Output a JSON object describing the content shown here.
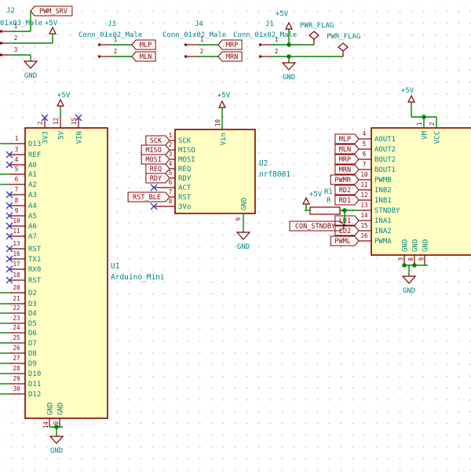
{
  "nets": {
    "plus5v": "+5V",
    "gnd": "GND",
    "pwr_flag": "PWR_FLAG"
  },
  "colors": {
    "body_fill": "#FFFFC2",
    "outline": "#840000",
    "wire": "#008400",
    "teal": "#008484",
    "pin_number": "#840000",
    "noconnect": "#3C3CC8",
    "junction": "#008400",
    "label": "#840000"
  },
  "connectors": {
    "j2": {
      "ref": "J2",
      "value": "01x03_Male",
      "pins": [
        "1",
        "2",
        "3"
      ]
    },
    "j3": {
      "ref": "J3",
      "value": "Conn_01x02_Male",
      "pins": [
        "1",
        "2"
      ],
      "labels": [
        "MLP",
        "MLN"
      ]
    },
    "j4": {
      "ref": "J4",
      "value": "Conn_01x02_Male",
      "pins": [
        "1",
        "2"
      ],
      "labels": [
        "MRP",
        "MRN"
      ]
    },
    "j1": {
      "ref": "J1",
      "value": "Conn_01x02_Male",
      "pins": [
        "1",
        "2"
      ]
    }
  },
  "labels": {
    "pwm_srv": "PWM_SRV",
    "con_stndby": "CON_STNDBY"
  },
  "u1": {
    "ref": "U1",
    "value": "Arduino_Mini",
    "top_pins": [
      {
        "num": "2",
        "name": "3V3",
        "conn": "nc"
      },
      {
        "num": "12",
        "name": "5V",
        "conn": "power"
      },
      {
        "num": "15",
        "name": "VIN",
        "conn": "nc"
      }
    ],
    "left_pins": [
      {
        "num": "1",
        "name": "D13",
        "conn": "wire"
      },
      {
        "num": "3",
        "name": "REF",
        "conn": "nc"
      },
      {
        "num": "4",
        "name": "A0",
        "conn": "nc"
      },
      {
        "num": "5",
        "name": "A1",
        "conn": "wire"
      },
      {
        "num": "6",
        "name": "A2",
        "conn": "wire"
      },
      {
        "num": "7",
        "name": "A3",
        "conn": "nc"
      },
      {
        "num": "8",
        "name": "A4",
        "conn": "nc"
      },
      {
        "num": "9",
        "name": "A5",
        "conn": "nc"
      },
      {
        "num": "10",
        "name": "A6",
        "conn": "nc"
      },
      {
        "num": "11",
        "name": "A7",
        "conn": "nc"
      },
      {
        "num": "13",
        "name": "RST",
        "conn": "nc"
      },
      {
        "num": "16",
        "name": "TX1",
        "conn": "nc"
      },
      {
        "num": "17",
        "name": "RX0",
        "conn": "nc"
      },
      {
        "num": "18",
        "name": "RST",
        "conn": "nc"
      },
      {
        "num": "20",
        "name": "D2",
        "conn": "wire"
      },
      {
        "num": "21",
        "name": "D3",
        "conn": "wire"
      },
      {
        "num": "22",
        "name": "D4",
        "conn": "wire"
      },
      {
        "num": "23",
        "name": "D5",
        "conn": "wire"
      },
      {
        "num": "24",
        "name": "D6",
        "conn": "wire"
      },
      {
        "num": "25",
        "name": "D7",
        "conn": "wire"
      },
      {
        "num": "26",
        "name": "D8",
        "conn": "wire"
      },
      {
        "num": "27",
        "name": "D9",
        "conn": "wire"
      },
      {
        "num": "28",
        "name": "D10",
        "conn": "wire"
      },
      {
        "num": "29",
        "name": "D11",
        "conn": "wire"
      },
      {
        "num": "30",
        "name": "D12",
        "conn": "wire"
      }
    ],
    "bottom_pins": [
      {
        "num": "14",
        "name": "GND"
      },
      {
        "num": "19",
        "name": "GND"
      }
    ]
  },
  "u2": {
    "ref": "U2",
    "value": "nrf8001",
    "top_pins": [
      {
        "num": "10",
        "name": "Vin",
        "conn": "power"
      }
    ],
    "left_pins": [
      {
        "num": "1",
        "name": "SCK",
        "conn": "label",
        "label": "SCK"
      },
      {
        "num": "2",
        "name": "MISO",
        "conn": "label",
        "label": "MISO"
      },
      {
        "num": "3",
        "name": "MOSI",
        "conn": "label",
        "label": "MOSI"
      },
      {
        "num": "4",
        "name": "REQ",
        "conn": "label",
        "label": "REQ"
      },
      {
        "num": "5",
        "name": "RDY",
        "conn": "label",
        "label": "RDY"
      },
      {
        "num": "6",
        "name": "ACT",
        "conn": "nc"
      },
      {
        "num": "7",
        "name": "RST",
        "conn": "label",
        "label": "RST_BLE"
      },
      {
        "num": "8",
        "name": "3Vo",
        "conn": "nc"
      }
    ],
    "bottom_pins": [
      {
        "num": "9",
        "name": "GND"
      }
    ]
  },
  "u3": {
    "top_pins": [
      {
        "num": "1",
        "name": "VM"
      },
      {
        "num": "2",
        "name": "VCC"
      }
    ],
    "left_pins": [
      {
        "num": "4",
        "name": "AOUT1",
        "conn": "label",
        "label": "MLP"
      },
      {
        "num": "5",
        "name": "AOUT2",
        "conn": "label",
        "label": "MLN"
      },
      {
        "num": "6",
        "name": "BOUT2",
        "conn": "label",
        "label": "MRP"
      },
      {
        "num": "7",
        "name": "BOUT1",
        "conn": "label",
        "label": "MRN"
      },
      {
        "num": "10",
        "name": "PWMB",
        "conn": "label",
        "label": "PWMR"
      },
      {
        "num": "11",
        "name": "INB2",
        "conn": "label",
        "label": "RD2"
      },
      {
        "num": "12",
        "name": "INB1",
        "conn": "label",
        "label": "RD1"
      },
      {
        "num": "13",
        "name": "STNDBY",
        "conn": "wire"
      },
      {
        "num": "14",
        "name": "INA1",
        "conn": "label",
        "label": "LD1"
      },
      {
        "num": "15",
        "name": "INA2",
        "conn": "label",
        "label": "LD2"
      },
      {
        "num": "16",
        "name": "PWMA",
        "conn": "label",
        "label": "PWML"
      }
    ],
    "bottom_pins": [
      {
        "num": "3",
        "name": "GND"
      },
      {
        "num": "8",
        "name": "GND"
      },
      {
        "num": "9",
        "name": "GND"
      }
    ]
  },
  "r1": {
    "ref": "R1",
    "value": "R"
  }
}
